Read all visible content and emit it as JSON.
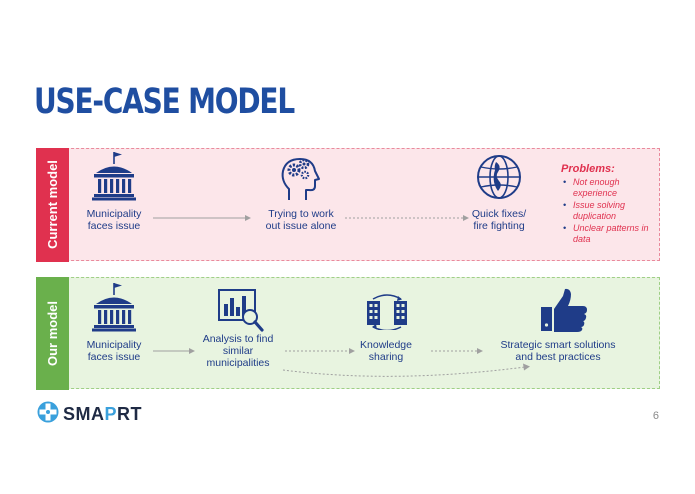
{
  "title": "USE-CASE MODEL",
  "current_model": {
    "label": "Current model",
    "steps": [
      {
        "label": "Municipality\nfaces issue",
        "icon": "municipality-building-icon"
      },
      {
        "label": "Trying to work\nout issue alone",
        "icon": "head-gears-icon"
      },
      {
        "label": "Quick fixes/\nfire fighting",
        "icon": "globe-fire-icon"
      }
    ],
    "problems": {
      "title": "Problems:",
      "items": [
        "Not enough experience",
        "Issue solving duplication",
        "Unclear patterns in data"
      ]
    }
  },
  "our_model": {
    "label": "Our model",
    "steps": [
      {
        "label": "Municipality\nfaces issue",
        "icon": "municipality-building-icon"
      },
      {
        "label": "Analysis to find\nsimilar\nmunicipalities",
        "icon": "chart-magnifier-icon"
      },
      {
        "label": "Knowledge\nsharing",
        "icon": "buildings-exchange-icon"
      },
      {
        "label": "Strategic smart solutions\nand best practices",
        "icon": "thumbs-up-icon"
      }
    ]
  },
  "logo": {
    "prefix": "SMA",
    "highlight": "P",
    "suffix": "RT",
    "icon": "snowflake-cross-icon"
  },
  "page_number": "6",
  "colors": {
    "title": "#1f4ea1",
    "icon": "#1f3c88",
    "current_accent": "#e0314f",
    "current_bg": "#fce6ea",
    "our_accent": "#6ab04c",
    "our_bg": "#e8f4e0",
    "arrow": "#a0a0a0"
  }
}
